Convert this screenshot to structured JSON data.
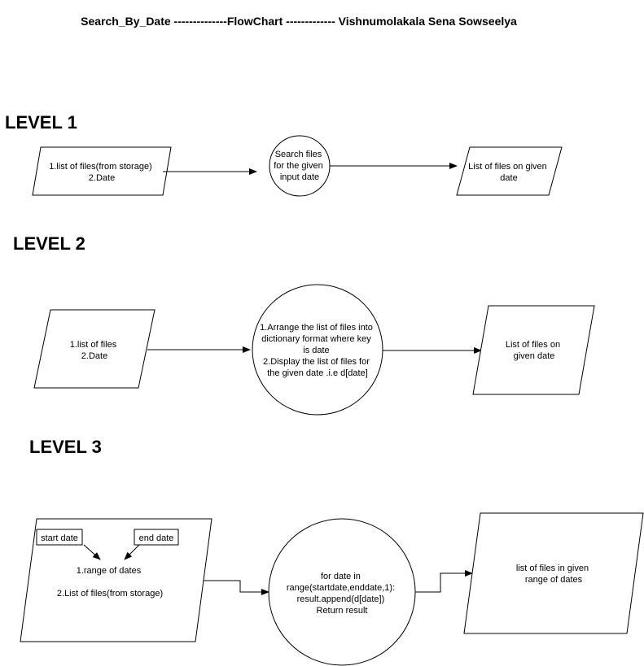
{
  "title": "Search_By_Date --------------FlowChart ------------- Vishnumolakala Sena Sowseelya",
  "levels": [
    {
      "label": "LEVEL 1",
      "input": [
        "1.list of files(from storage)",
        "2.Date"
      ],
      "process": [
        "Search files",
        "for the given",
        "input date"
      ],
      "output": [
        "List of files on given",
        "date"
      ]
    },
    {
      "label": "LEVEL 2",
      "input": [
        "1.list of files",
        "2.Date"
      ],
      "process": [
        "1.Arrange the list of files into",
        "dictionary format where key",
        "is date",
        "2.Display the list of files for",
        "the given date .i.e d[date]"
      ],
      "output": [
        "List of files on",
        "given date"
      ]
    },
    {
      "label": "LEVEL 3",
      "start_date": "start date",
      "end_date": "end date",
      "input": [
        "1.range of dates",
        "",
        "2.List of files(from storage)"
      ],
      "process": [
        "for date in",
        "range(startdate,enddate,1):",
        "result.append(d[date])",
        "Return result"
      ],
      "output": [
        "list of files in given",
        "range of dates"
      ]
    }
  ]
}
